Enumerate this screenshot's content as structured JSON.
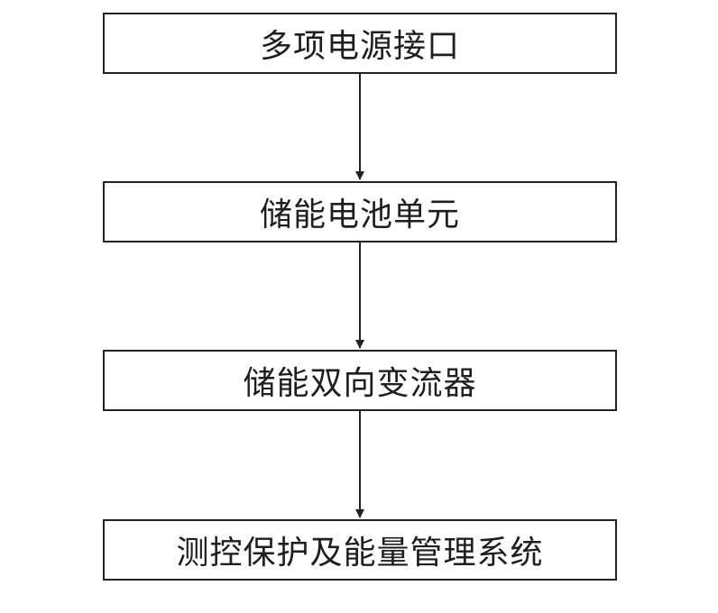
{
  "diagram": {
    "nodes": [
      {
        "label": "多项电源接口"
      },
      {
        "label": "储能电池单元"
      },
      {
        "label": "储能双向变流器"
      },
      {
        "label": "测控保护及能量管理系统"
      }
    ],
    "colors": {
      "border": "#222222",
      "text": "#1e1e1e",
      "background": "#ffffff"
    }
  }
}
